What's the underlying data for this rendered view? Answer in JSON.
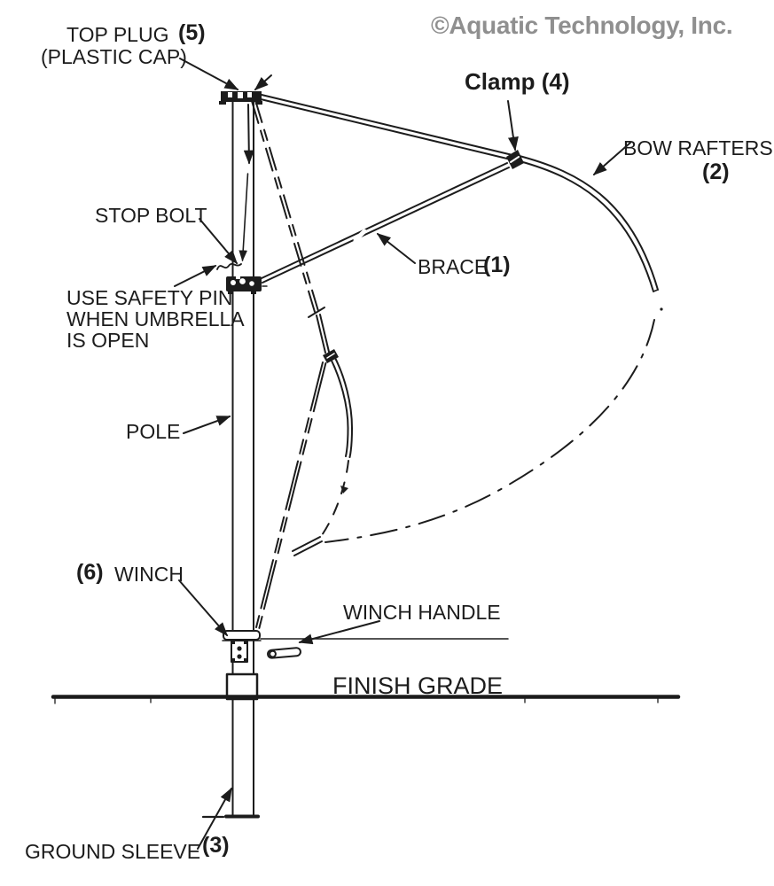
{
  "watermark": "©Aquatic Technology, Inc.",
  "colors": {
    "ink": "#1c1c1c",
    "watermark_gray": "#8f8f8f",
    "background": "#ffffff"
  },
  "labels": {
    "top_plug": {
      "name": "TOP PLUG",
      "number": "(5)",
      "sub": "(PLASTIC CAP)"
    },
    "clamp": {
      "name": "Clamp",
      "number": "(4)"
    },
    "bow_rafters": {
      "name": "BOW RAFTERS",
      "number": "(2)"
    },
    "stop_bolt": {
      "name": "STOP BOLT"
    },
    "safety_pin_note": {
      "line1": "USE SAFETY PIN",
      "line2": "WHEN UMBRELLA",
      "line3": "IS OPEN"
    },
    "brace": {
      "name": "BRACE",
      "number": "(1)"
    },
    "pole": {
      "name": "POLE"
    },
    "winch": {
      "name": "WINCH",
      "number": "(6)"
    },
    "winch_handle": {
      "name": "WINCH HANDLE"
    },
    "finish_grade": {
      "name": "FINISH GRADE"
    },
    "ground_sleeve": {
      "name": "GROUND SLEEVE",
      "number": "(3)"
    }
  }
}
